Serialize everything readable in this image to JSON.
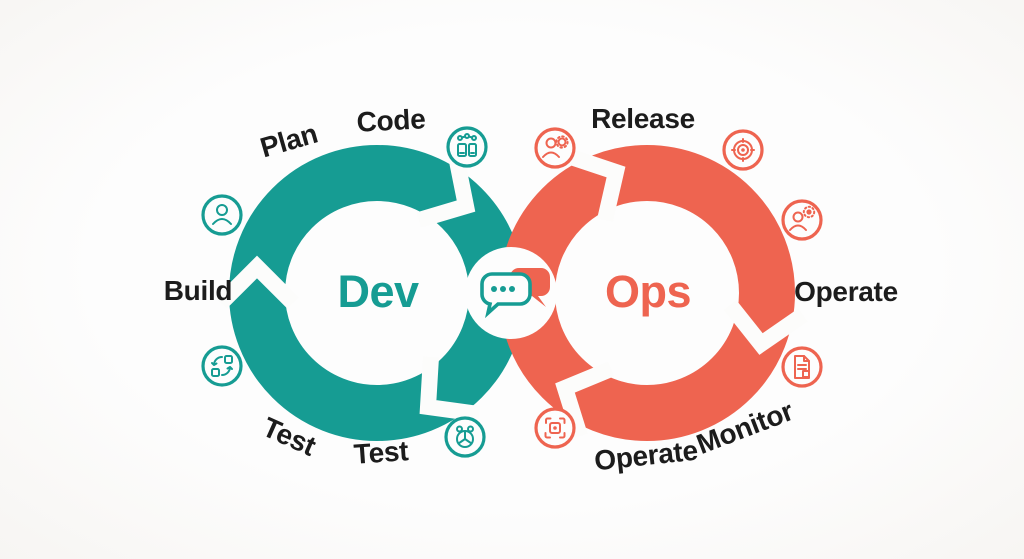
{
  "diagram": {
    "type": "devops-infinity-loop",
    "dev": {
      "label": "Dev"
    },
    "ops": {
      "label": "Ops"
    },
    "center_icon": "chat-bubbles",
    "colors": {
      "dev_teal": "#169c93",
      "ops_coral": "#ee6450",
      "label_black": "#1c1c1c",
      "background": "#fbfaf8"
    },
    "stages": [
      {
        "label": "Plan",
        "side": "dev"
      },
      {
        "label": "Code",
        "side": "dev"
      },
      {
        "label": "Build",
        "side": "dev"
      },
      {
        "label": "Test",
        "side": "dev"
      },
      {
        "label": "Test",
        "side": "dev"
      },
      {
        "label": "Release",
        "side": "ops"
      },
      {
        "label": "Operate",
        "side": "ops"
      },
      {
        "label": "Monitor",
        "side": "ops"
      },
      {
        "label": "Operate",
        "side": "ops"
      }
    ],
    "icons": [
      "person",
      "commit-devices",
      "sync-squares",
      "bug",
      "person-gear",
      "target",
      "person-sun",
      "report-document",
      "scan-frame"
    ]
  }
}
